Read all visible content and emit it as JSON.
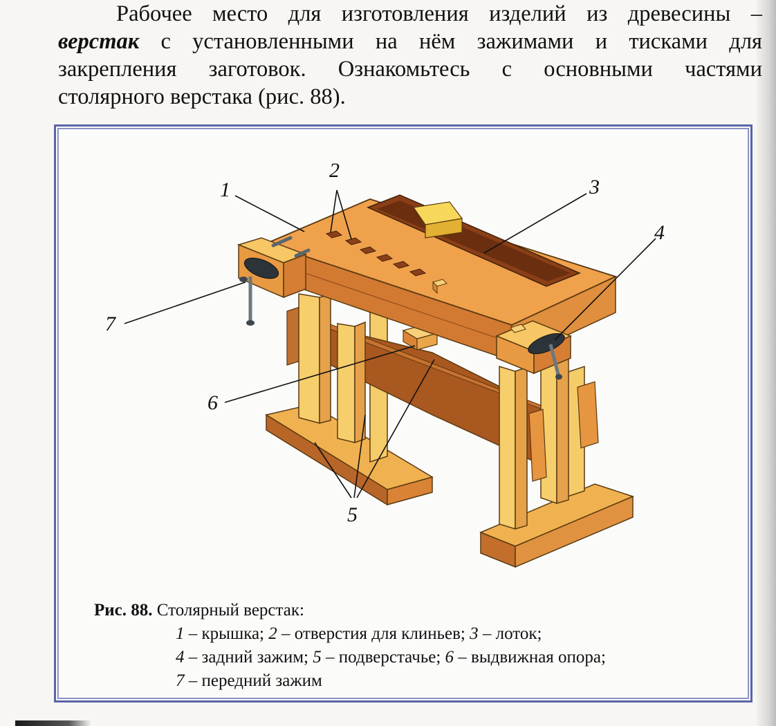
{
  "intro": {
    "line1": "Рабочее место для изготовления изделий из древесины –",
    "line2_term": "верстак",
    "line2_rest": " с установленными на нём зажимами и тисками для",
    "line3": "закрепления заготовок. Ознакомьтесь с основными частями",
    "line4": "столярного верстака (рис. 88)."
  },
  "figure": {
    "callouts": {
      "c1": "1",
      "c2": "2",
      "c3": "3",
      "c4": "4",
      "c5": "5",
      "c6": "6",
      "c7": "7"
    },
    "caption": {
      "label": "Рис. 88.",
      "title": " Столярный верстак:",
      "items": [
        {
          "num": "1",
          "text": " – крышка; "
        },
        {
          "num": "2",
          "text": " – отверстия для клиньев; "
        },
        {
          "num": "3",
          "text": " – лоток;"
        },
        {
          "num": "4",
          "text": " – задний зажим; "
        },
        {
          "num": "5",
          "text": " – подверстачье; "
        },
        {
          "num": "6",
          "text": " – выдвижная опора;"
        },
        {
          "num": "7",
          "text": " – передний зажим"
        }
      ]
    }
  },
  "colors": {
    "frame": "#5a64a8",
    "wood_light": "#f1c25e",
    "wood_mid": "#e7953d",
    "wood_dark": "#b05f22",
    "metal": "#4d5a62"
  }
}
